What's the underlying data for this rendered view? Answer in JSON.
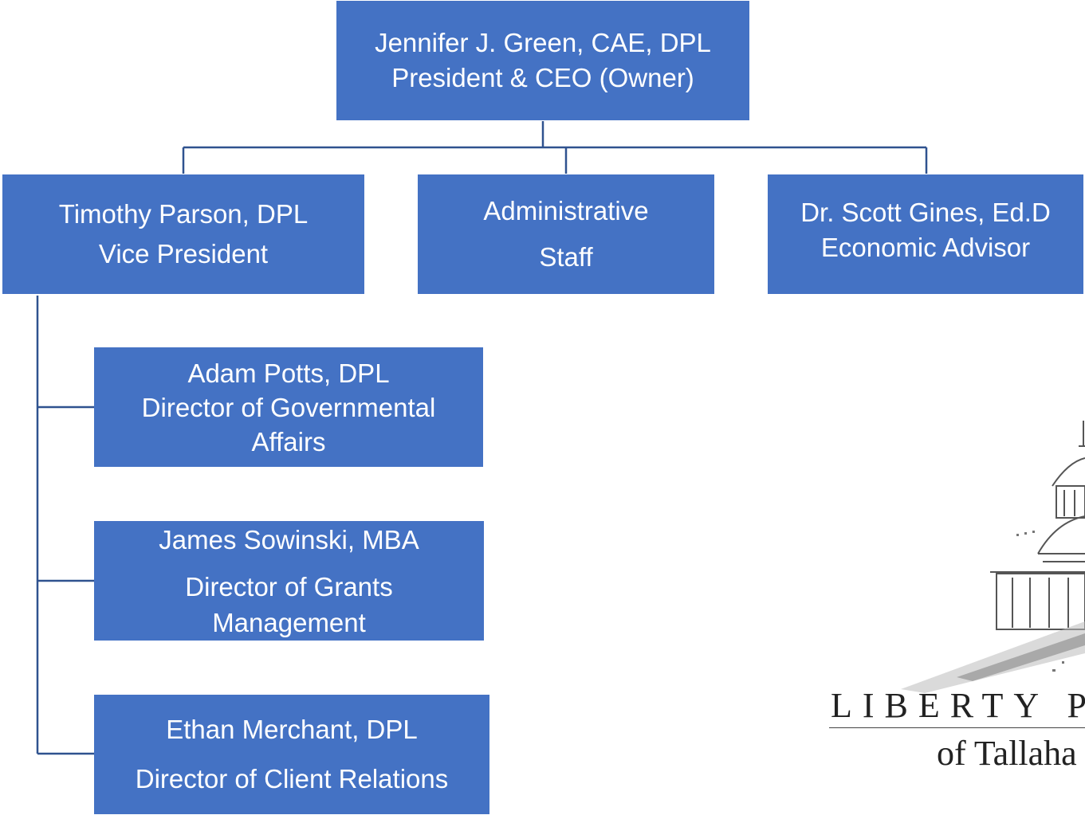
{
  "ceo": {
    "name": "Jennifer J. Green, CAE, DPL",
    "title": "President & CEO (Owner)"
  },
  "vp": {
    "name": "Timothy Parson, DPL",
    "title": "Vice President"
  },
  "admin": {
    "line1": "Administrative",
    "line2": "Staff"
  },
  "advisor": {
    "name": "Dr. Scott Gines, Ed.D",
    "title": "Economic Advisor"
  },
  "reports": [
    {
      "name": "Adam Potts, DPL",
      "title_line1": "Director of Governmental",
      "title_line2": "Affairs"
    },
    {
      "name": "James Sowinski, MBA",
      "title_line1": "Director of Grants",
      "title_line2": "Management"
    },
    {
      "name": "Ethan Merchant, DPL",
      "title_line1": "Director of Client Relations",
      "title_line2": ""
    }
  ],
  "logo": {
    "word1": "LIBERTY P",
    "word2": "of Tallaha"
  },
  "colors": {
    "box": "#4472C4",
    "connector": "#2F528F",
    "text": "#FFFFFF"
  }
}
